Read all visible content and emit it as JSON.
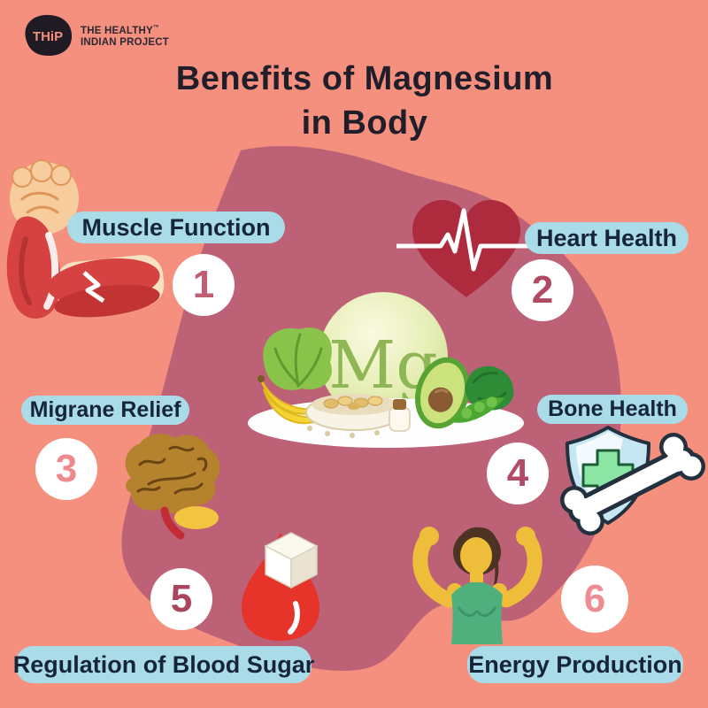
{
  "brand": {
    "logo_monogram": "THiP",
    "name_line1": "THE HEALTHY",
    "name_line2": "INDIAN PROJECT",
    "trademark": "™"
  },
  "title": {
    "line1": "Benefits of Magnesium",
    "line2": "in Body"
  },
  "center": {
    "symbol": "Mg",
    "illustration": "magnesium-rich-foods-plate"
  },
  "benefits": [
    {
      "number": "1",
      "label": "Muscle Function",
      "icon": "muscle-arm-icon",
      "number_color": "#C05E74"
    },
    {
      "number": "2",
      "label": "Heart Health",
      "icon": "heart-ekg-icon",
      "number_color": "#B04A63"
    },
    {
      "number": "3",
      "label": "Migrane Relief",
      "icon": "brain-icon",
      "number_color": "#EE8A8E"
    },
    {
      "number": "4",
      "label": "Bone Health",
      "icon": "bone-shield-icon",
      "number_color": "#B24B66"
    },
    {
      "number": "5",
      "label": "Regulation of Blood Sugar",
      "icon": "blood-drop-sugar-cube-icon",
      "number_color": "#AA4560"
    },
    {
      "number": "6",
      "label": "Energy Production",
      "icon": "flexing-woman-icon",
      "number_color": "#EE8B93"
    }
  ],
  "colors": {
    "background": "#F5907F",
    "blob": "#BD6177",
    "label_bg": "#A9DBE8",
    "label_text": "#16253B",
    "title_text": "#211E2B",
    "circle_bg": "#FFFFFF",
    "logo_dark": "#1F1B24"
  }
}
